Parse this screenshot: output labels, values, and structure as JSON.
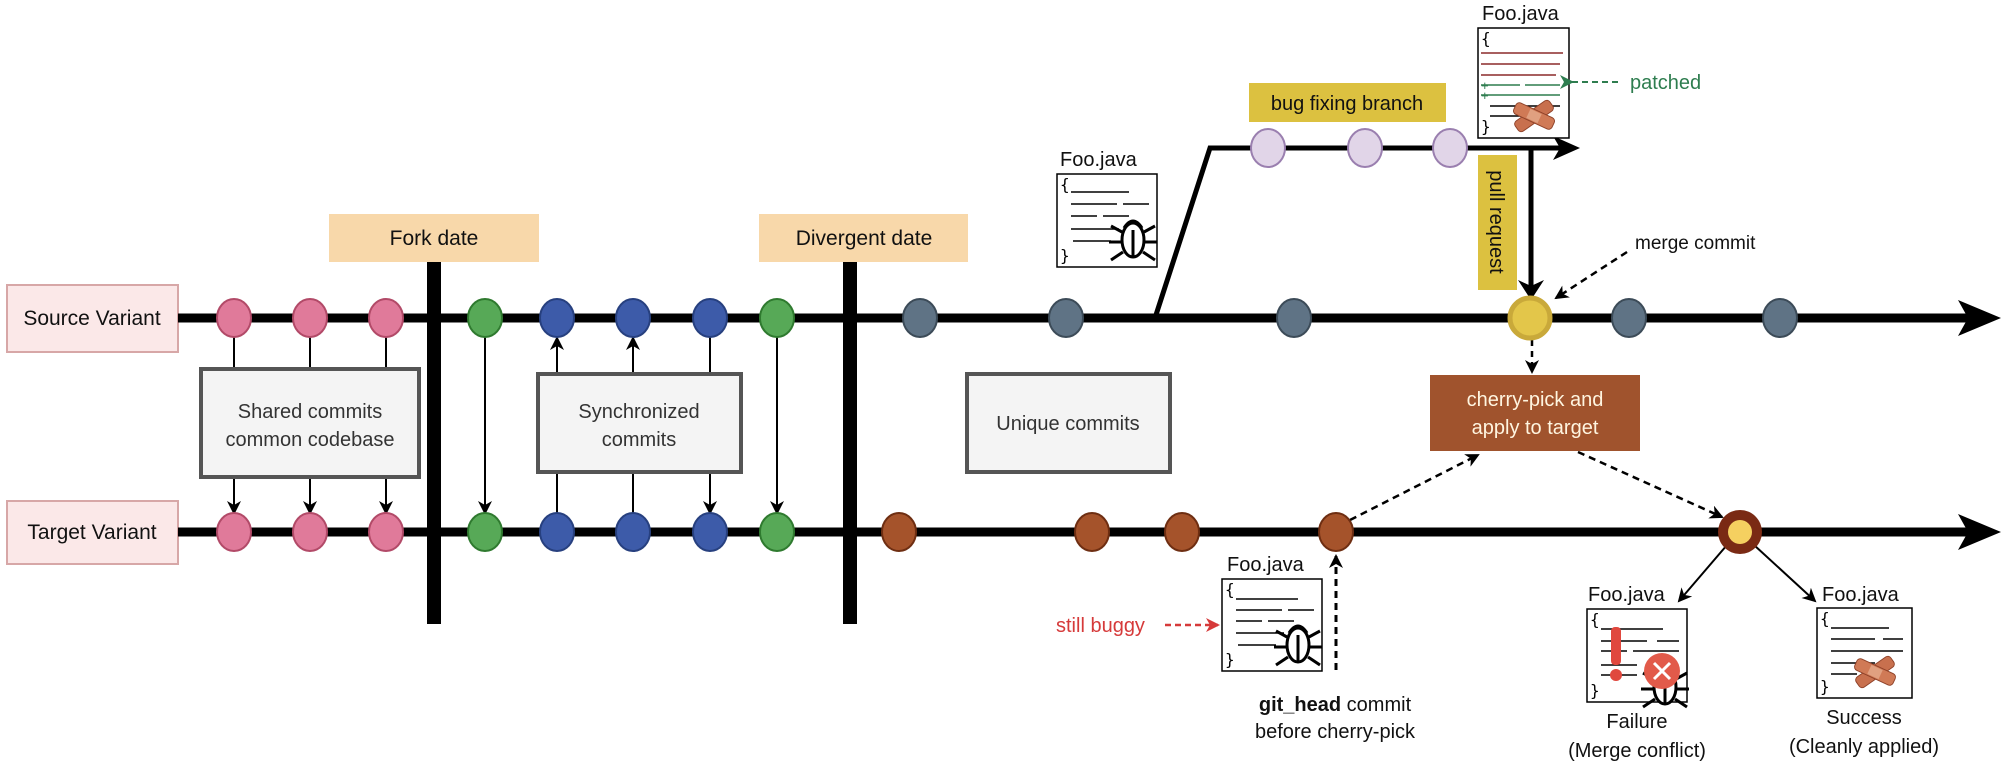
{
  "variants": {
    "source": {
      "label": "Source Variant"
    },
    "target": {
      "label": "Target Variant"
    }
  },
  "dates": {
    "fork": "Fork date",
    "divergent": "Divergent date"
  },
  "group_boxes": {
    "shared": [
      "Shared commits",
      "common codebase"
    ],
    "synchronized": [
      "Synchronized",
      "commits"
    ],
    "unique": [
      "Unique commits"
    ]
  },
  "branch": {
    "label": "bug fixing branch",
    "pull_request": "pull request",
    "merge_commit": "merge commit"
  },
  "cherry_pick": {
    "lines": [
      "cherry-pick and",
      "apply to target"
    ]
  },
  "files": {
    "name": "Foo.java",
    "patched_note": "patched",
    "still_buggy_note": "still buggy",
    "git_head_bold": "git_head",
    "git_head_rest": " commit",
    "git_head_line2": "before cherry-pick",
    "failure_title": "Failure",
    "failure_sub": "(Merge conflict)",
    "success_title": "Success",
    "success_sub": "(Cleanly applied)"
  },
  "commits": {
    "source": [
      "shared",
      "shared",
      "shared",
      "sync",
      "sync-blue",
      "sync-blue",
      "sync-blue",
      "sync",
      "unique-source",
      "unique-source",
      "unique-source",
      "merge",
      "unique-source",
      "unique-source"
    ],
    "target": [
      "shared",
      "shared",
      "shared",
      "sync",
      "sync-blue",
      "sync-blue",
      "sync-blue",
      "sync",
      "unique-target",
      "unique-target",
      "unique-target",
      "unique-target",
      "cherry-pick-result"
    ],
    "branch": [
      "bugfix",
      "bugfix",
      "bugfix"
    ]
  },
  "colors": {
    "shared": "#E07A9A",
    "shared_stroke": "#B24A68",
    "sync": "#57A957",
    "sync_stroke": "#2F7A2F",
    "sync_blue": "#3D5BA9",
    "sync_blue_stroke": "#27407F",
    "unique_source": "#5F7385",
    "unique_source_stroke": "#3C4B58",
    "unique_target": "#A5532B",
    "unique_target_stroke": "#6E2E12",
    "bugfix": "#E1D5E8",
    "bugfix_stroke": "#9A7FAF",
    "merge": "#E3C64A",
    "merge_stroke": "#C9A93A",
    "result_ring": "#7A2A14",
    "result_fill": "#F5D060",
    "date_label_bg": "#F8D8AA",
    "variant_bg": "#FBE8E8",
    "variant_border": "#D7A7A7",
    "branch_label_bg": "#DCC140",
    "cherry_box_bg": "#A0532D",
    "cherry_text": "#FFF5E0",
    "patched_green": "#2E7D4F",
    "buggy_red": "#D63A3A"
  }
}
